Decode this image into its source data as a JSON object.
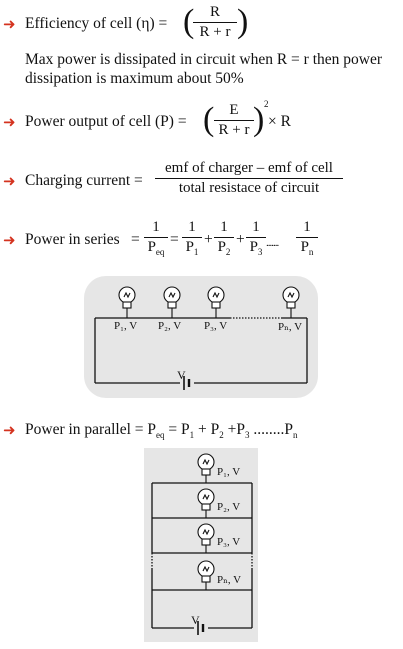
{
  "eff": {
    "text": "Efficiency of cell (η) =",
    "num": "R",
    "den": "R + r"
  },
  "note": {
    "line1": "Max power is dissipated in circuit when R = r then power",
    "line2": "dissipation is maximum about 50%"
  },
  "power": {
    "text": "Power output of cell (P) =",
    "num": "E",
    "den": "R + r",
    "exp": "2",
    "tail": "× R"
  },
  "charging": {
    "text": "Charging current =",
    "num": "emf of charger – emf of cell",
    "den": "total resistace of circuit"
  },
  "series": {
    "text": "Power in series",
    "eq": "=",
    "terms": [
      {
        "num": "1",
        "den": "P",
        "sub": "eq"
      },
      {
        "num": "1",
        "den": "P",
        "sub": "1"
      },
      {
        "num": "1",
        "den": "P",
        "sub": "2"
      },
      {
        "num": "1",
        "den": "P",
        "sub": "3"
      },
      {
        "num": "1",
        "den": "P",
        "sub": "n"
      }
    ],
    "ops": [
      "=",
      "+",
      "+",
      "......."
    ]
  },
  "series_circuit": {
    "bulbs": [
      "P₁, V",
      "P₂, V",
      "P₃, V",
      "Pₙ, V"
    ],
    "battery": "V"
  },
  "parallel": {
    "text": "Power in parallel = P",
    "sub_eq": "eq",
    "mid": "= P",
    "sub1": "1",
    "plus2": "+ P",
    "sub2": "2",
    "plus3": "+P",
    "sub3": "3",
    "dots": "........P",
    "subn": "n"
  },
  "parallel_circuit": {
    "bulbs": [
      "P₁, V",
      "P₂, V",
      "P₃, V",
      "Pₙ, V"
    ],
    "battery": "V"
  },
  "colors": {
    "arrow": "#d4331f",
    "panel": "#e6e6e6"
  }
}
